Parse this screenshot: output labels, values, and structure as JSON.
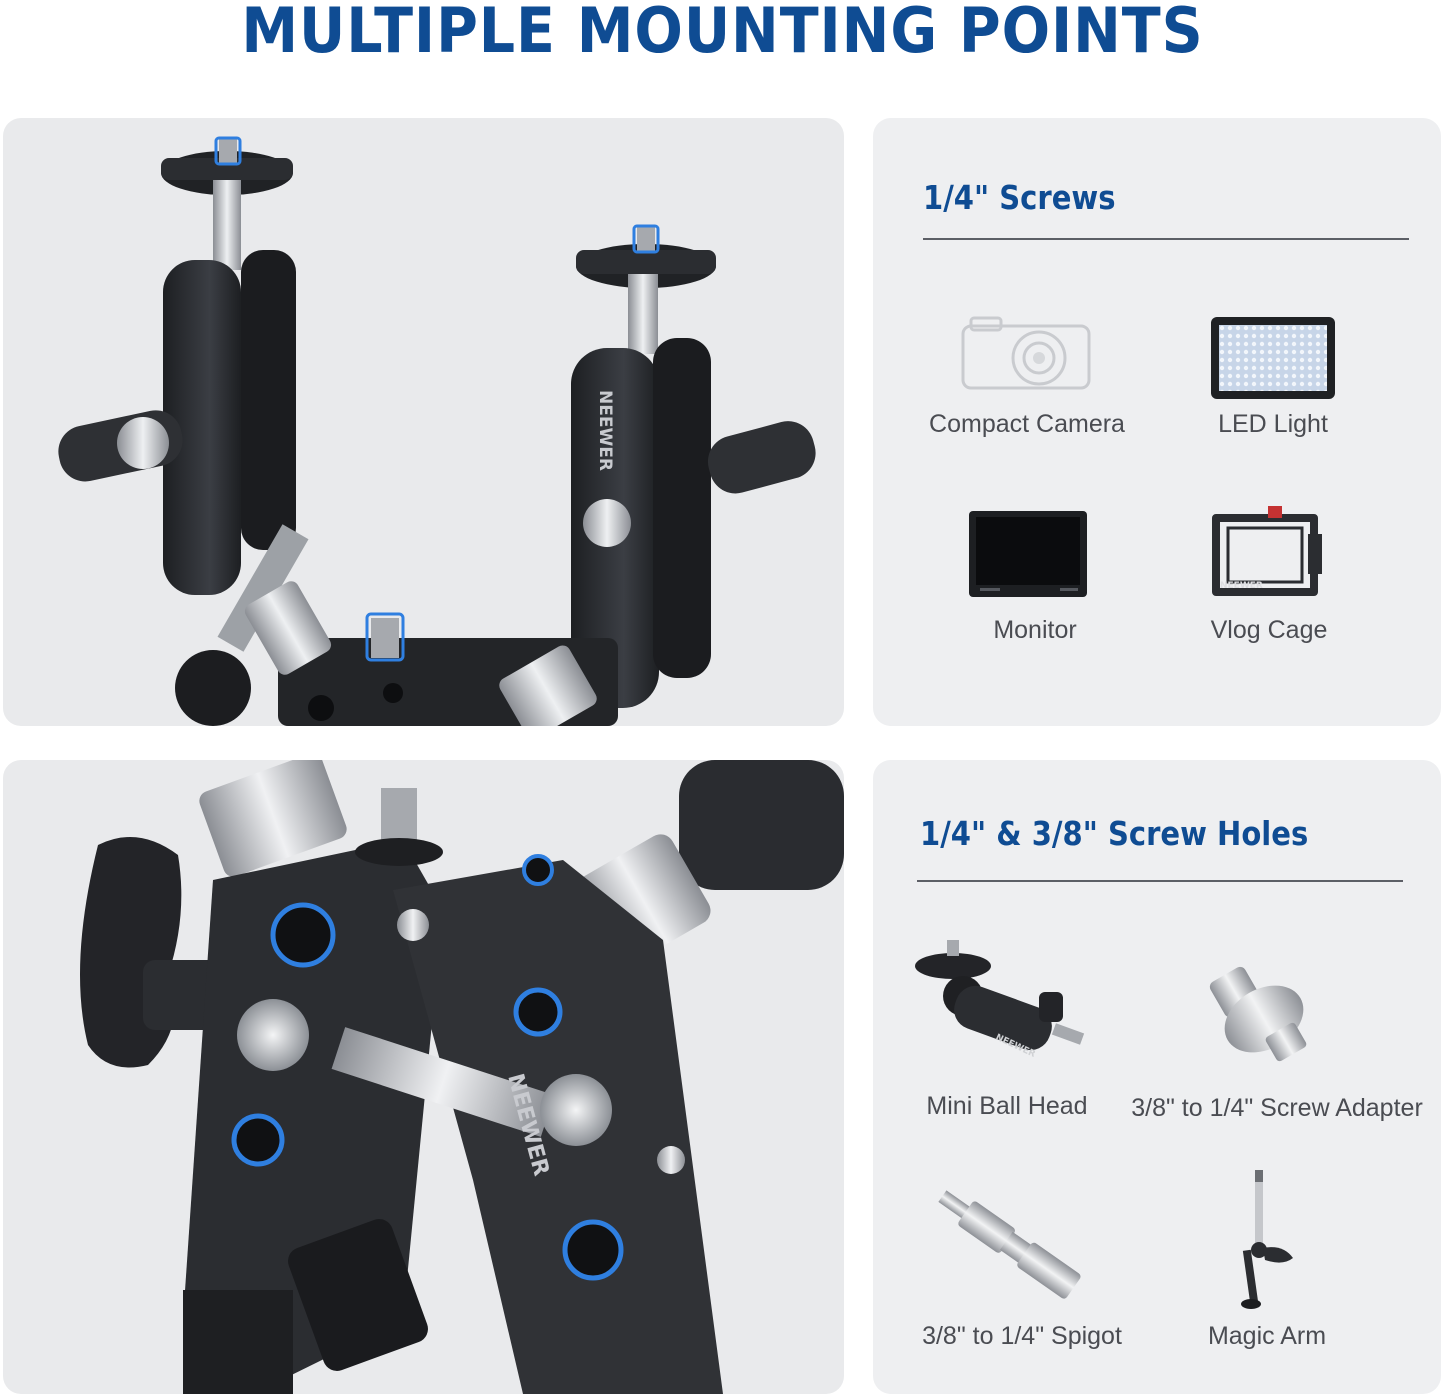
{
  "headline": "MULTIPLE MOUNTING POINTS",
  "screws_section": {
    "title": "1/4\" Screws",
    "items": [
      {
        "label": "Compact Camera",
        "icon": "compact-camera-icon"
      },
      {
        "label": "LED Light",
        "icon": "led-light-icon"
      },
      {
        "label": "Monitor",
        "icon": "monitor-icon"
      },
      {
        "label": "Vlog Cage",
        "icon": "vlog-cage-icon"
      }
    ]
  },
  "holes_section": {
    "title": "1/4\" & 3/8\" Screw Holes",
    "items": [
      {
        "label": "Mini Ball Head",
        "icon": "mini-ball-head-icon"
      },
      {
        "label": "3/8\" to 1/4\" Screw Adapter",
        "icon": "screw-adapter-icon"
      },
      {
        "label": "3/8\" to 1/4\" Spigot",
        "icon": "spigot-icon"
      },
      {
        "label": "Magic Arm",
        "icon": "magic-arm-icon"
      }
    ]
  },
  "product": {
    "brand_mark": "NEEWER",
    "colors": {
      "accent": "#0f4c93",
      "highlight": "#2f7fe0",
      "body": "#2b2d31"
    }
  }
}
